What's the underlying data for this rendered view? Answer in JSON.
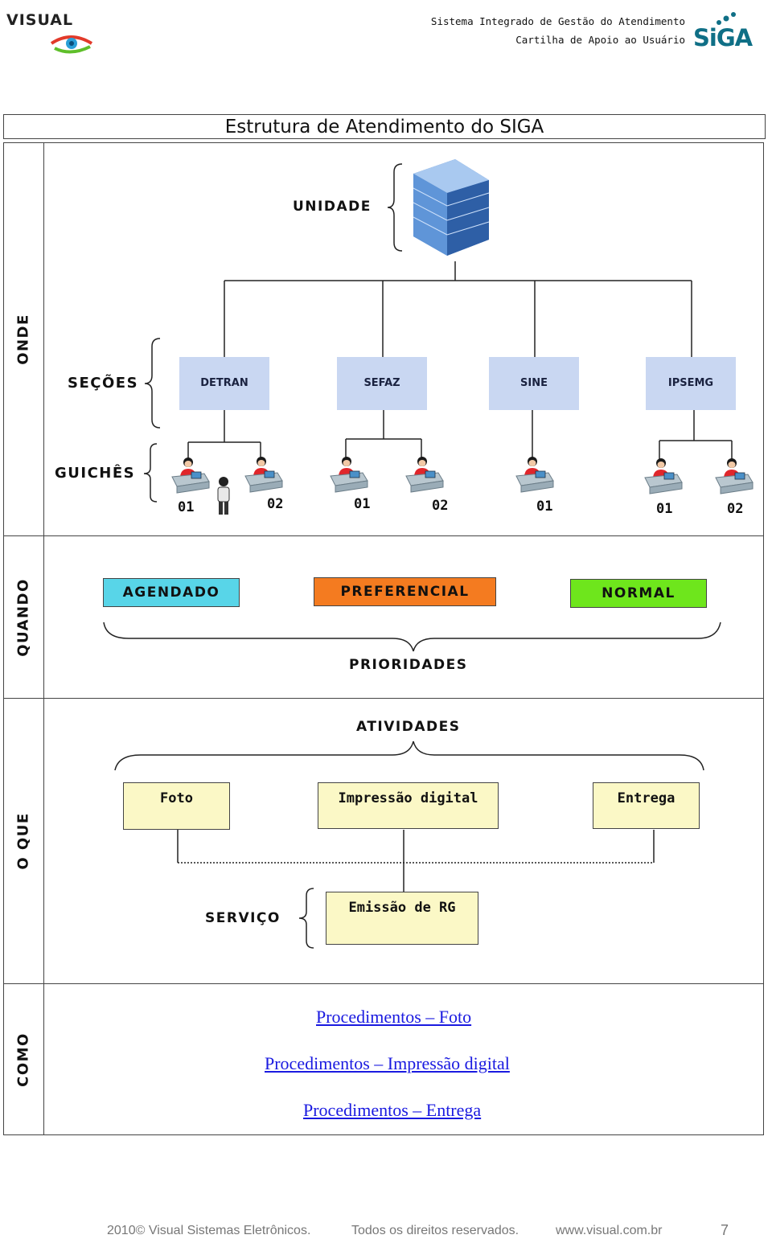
{
  "header": {
    "brand": "VISUAL",
    "system_line1": "Sistema Integrado de Gestão do Atendimento",
    "system_line2": "Cartilha de Apoio ao Usuário",
    "siga_logo": "SiGA"
  },
  "title": "Estrutura de Atendimento do SIGA",
  "onde": {
    "side_label": "ONDE",
    "unidade_label": "UNIDADE",
    "secoes_label": "SEÇÕES",
    "guiches_label": "GUICHÊS",
    "sections": [
      {
        "name": "DETRAN",
        "guiches": [
          "01",
          "02"
        ]
      },
      {
        "name": "SEFAZ",
        "guiches": [
          "01",
          "02"
        ]
      },
      {
        "name": "SINE",
        "guiches": [
          "01"
        ]
      },
      {
        "name": "IPSEMG",
        "guiches": [
          "01",
          "02"
        ]
      }
    ]
  },
  "quando": {
    "side_label": "QUANDO",
    "priorities": [
      {
        "label": "AGENDADO",
        "color": "#58d5e8"
      },
      {
        "label": "PREFERENCIAL",
        "color": "#f47b20"
      },
      {
        "label": "NORMAL",
        "color": "#6ee61c"
      }
    ],
    "group_label": "PRIORIDADES"
  },
  "oque": {
    "side_label": "O QUE",
    "group_label": "ATIVIDADES",
    "activities": [
      "Foto",
      "Impressão digital",
      "Entrega"
    ],
    "servico_label": "SERVIÇO",
    "servico": "Emissão de RG"
  },
  "como": {
    "side_label": "COMO",
    "links": [
      "Procedimentos – Foto",
      "Procedimentos – Impressão digital",
      "Procedimentos – Entrega"
    ]
  },
  "footer": {
    "copyright": "2010© Visual Sistemas Eletrônicos.",
    "rights": "Todos os direitos reservados.",
    "website": "www.visual.com.br",
    "page_number": "7"
  }
}
